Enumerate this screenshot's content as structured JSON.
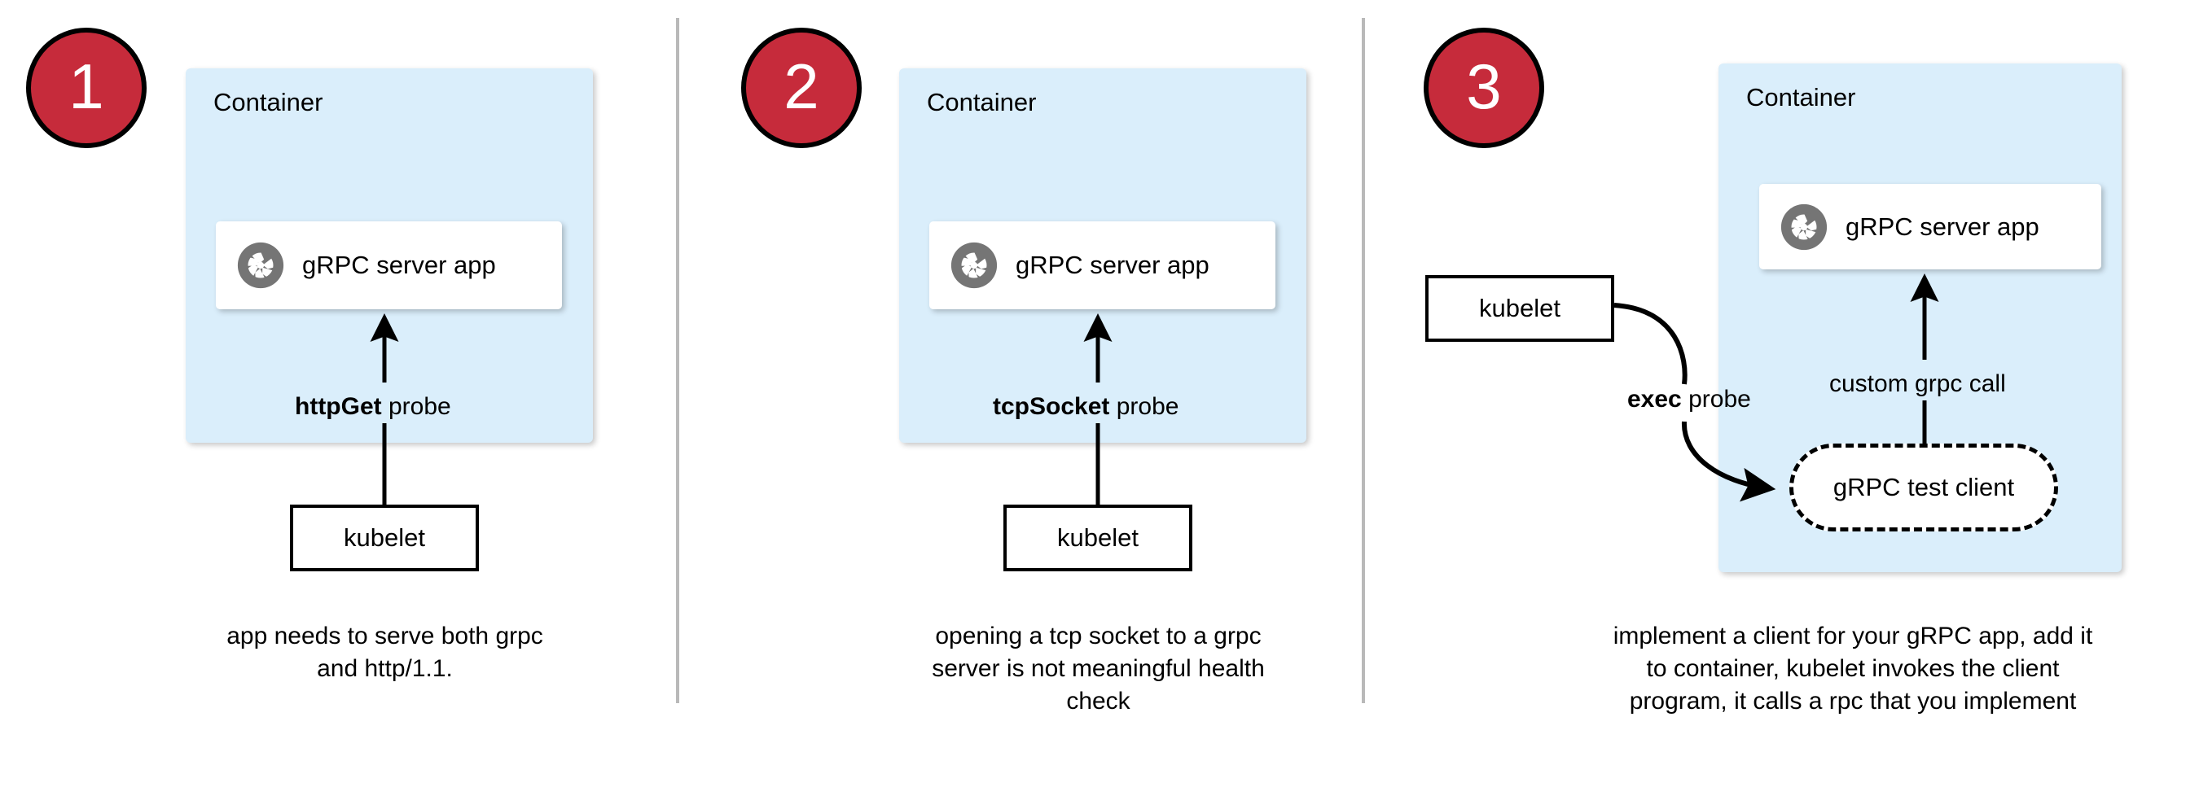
{
  "theme": {
    "badge_fill": "#c62b3b",
    "badge_border": "#000000",
    "badge_text": "#ffffff",
    "container_fill": "#daeefb",
    "card_fill": "#ffffff",
    "stroke": "#000000",
    "divider": "#b9b9b9",
    "icon_gray": "#757575",
    "page_bg": "#ffffff"
  },
  "panels": [
    {
      "badge_number": "1",
      "container_label": "Container",
      "app_label": "gRPC server app",
      "app_icon": "grpc-logo-icon",
      "probe_label_bold": "httpGet",
      "probe_label_rest": " probe",
      "kubelet_label": "kubelet",
      "caption": "app needs to serve both grpc and http/1.1.",
      "caption_lines": [
        "app needs to serve both grpc",
        "and http/1.1."
      ]
    },
    {
      "badge_number": "2",
      "container_label": "Container",
      "app_label": "gRPC server app",
      "app_icon": "grpc-logo-icon",
      "probe_label_bold": "tcpSocket",
      "probe_label_rest": " probe",
      "kubelet_label": "kubelet",
      "caption": "opening a tcp socket to a grpc server is not meaningful health check",
      "caption_lines": [
        "opening a tcp socket to a grpc",
        "server is not meaningful health",
        "check"
      ]
    },
    {
      "badge_number": "3",
      "container_label": "Container",
      "app_label": "gRPC server app",
      "app_icon": "grpc-logo-icon",
      "probe_label_bold": "exec",
      "probe_label_rest": " probe",
      "kubelet_label": "kubelet",
      "test_client_label": "gRPC test client",
      "custom_call_label": "custom grpc call",
      "caption": "implement a client for your gRPC app, add it to container, kubelet invokes the client program, it calls a rpc that you implement",
      "caption_lines": [
        "implement a client for your gRPC app, add it",
        "to container, kubelet invokes the client",
        "program, it calls a rpc that you implement"
      ]
    }
  ]
}
